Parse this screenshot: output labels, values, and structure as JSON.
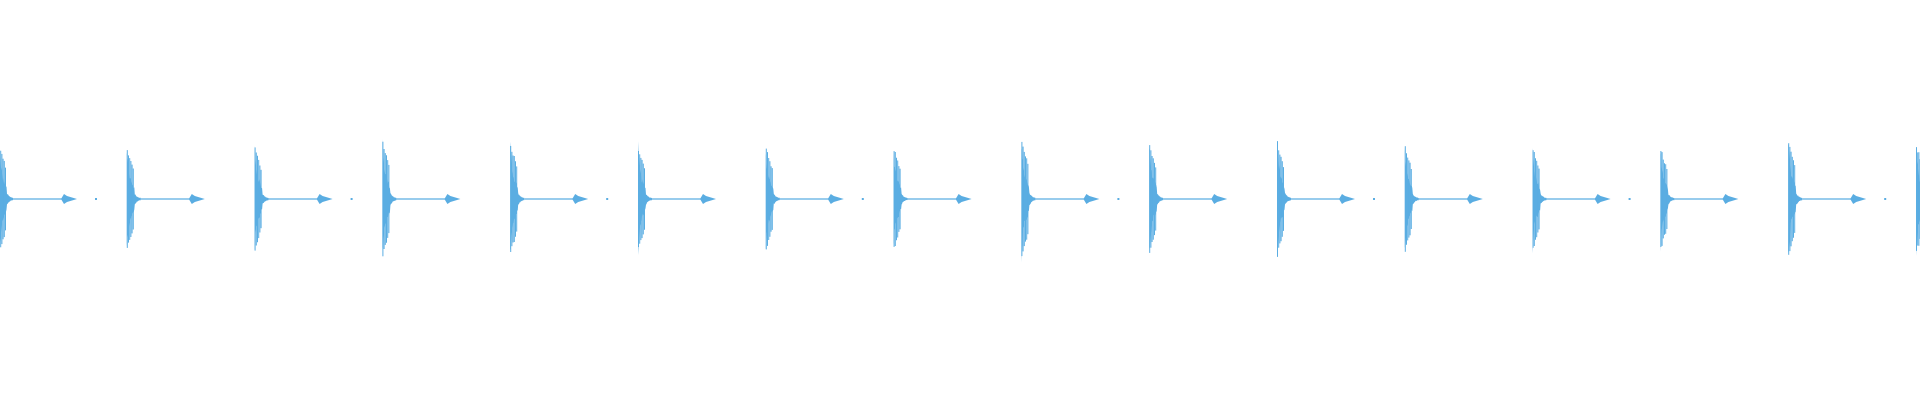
{
  "waveform": {
    "color": "#5aade2",
    "background": "#ffffff",
    "beat_count": 16,
    "peak_amplitudes": [
      0.95,
      0.86,
      0.87,
      0.96,
      0.93,
      0.87,
      0.86,
      0.84,
      0.99,
      0.92,
      0.96,
      0.89,
      0.86,
      0.85,
      0.96,
      0.92
    ]
  }
}
